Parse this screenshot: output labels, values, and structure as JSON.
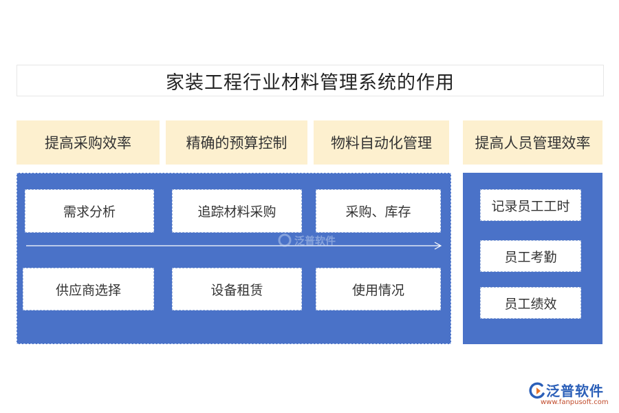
{
  "title": "家装工程行业材料管理系统的作用",
  "headers": [
    "提高采购效率",
    "精确的预算控制",
    "物料自动化管理",
    "提高人员管理效率"
  ],
  "left_panel": {
    "row1": [
      "需求分析",
      "追踪材料采购",
      "采购、库存"
    ],
    "row2": [
      "供应商选择",
      "设备租赁",
      "使用情况"
    ]
  },
  "right_panel": {
    "items": [
      "记录员工工时",
      "员工考勤",
      "员工绩效"
    ]
  },
  "watermark": {
    "text": "泛普软件"
  },
  "brand": {
    "name": "泛普软件",
    "url": "www.fanpusoft.com"
  },
  "colors": {
    "panel_blue": "#4a72c8",
    "header_bg": "#fdf0cf",
    "brand_blue": "#2b5fb8",
    "brand_red": "#c04a2a"
  }
}
